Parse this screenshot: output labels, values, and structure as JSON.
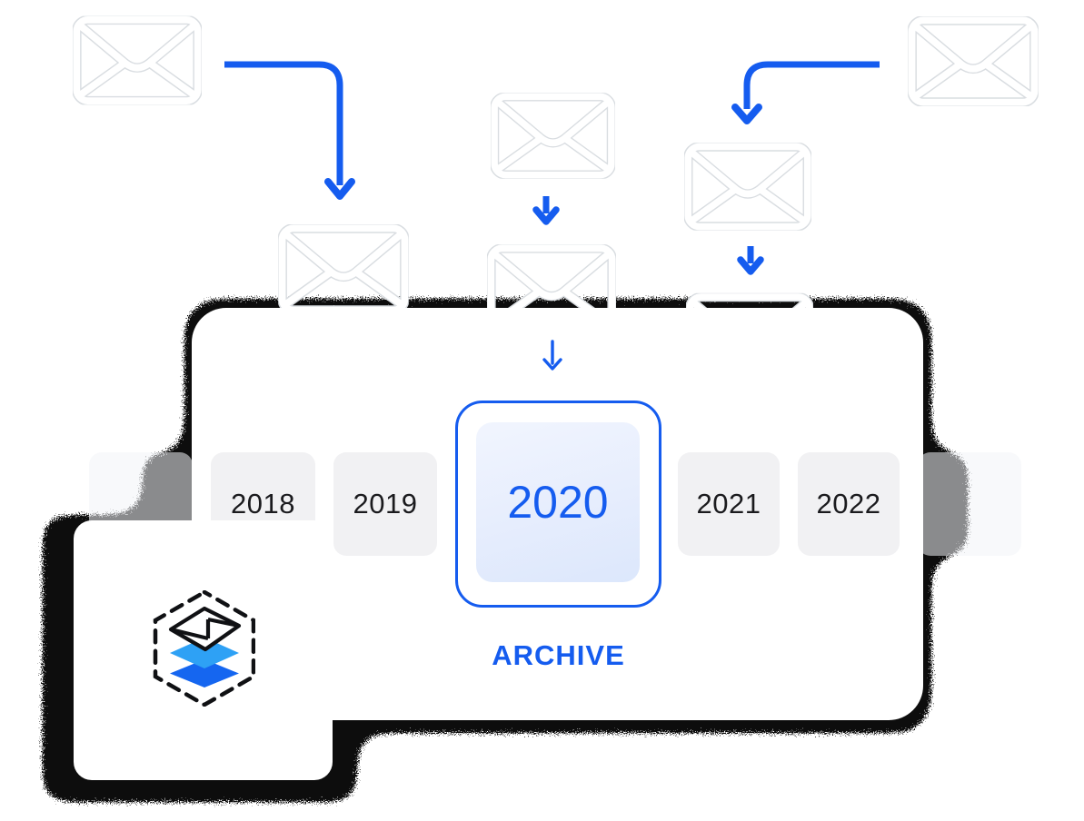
{
  "illustration": {
    "title": "email-archiving-flow",
    "timeline": {
      "years": [
        "2018",
        "2019",
        "2020",
        "2021",
        "2022"
      ],
      "selected_year": "2020"
    },
    "action_label": "ARCHIVE"
  },
  "icons": {
    "envelope": "envelope-icon",
    "curved_arrow": "curved-arrow-icon",
    "down_arrow": "down-arrow-icon",
    "logo": "archive-layers-logo-icon"
  },
  "colors": {
    "accent_blue": "#155CEF",
    "selected_tile_top": "#F1F5FE",
    "selected_tile_bottom": "#DCE7FC",
    "chip_bg": "#F1F1F3",
    "chip_text": "#1B1B1E",
    "card_bg": "#FFFFFF",
    "shadow_grain": "#0A0A0A",
    "logo_sky_blue": "#2EA1F5",
    "logo_blue": "#1566F0",
    "logo_outline": "#101114"
  }
}
